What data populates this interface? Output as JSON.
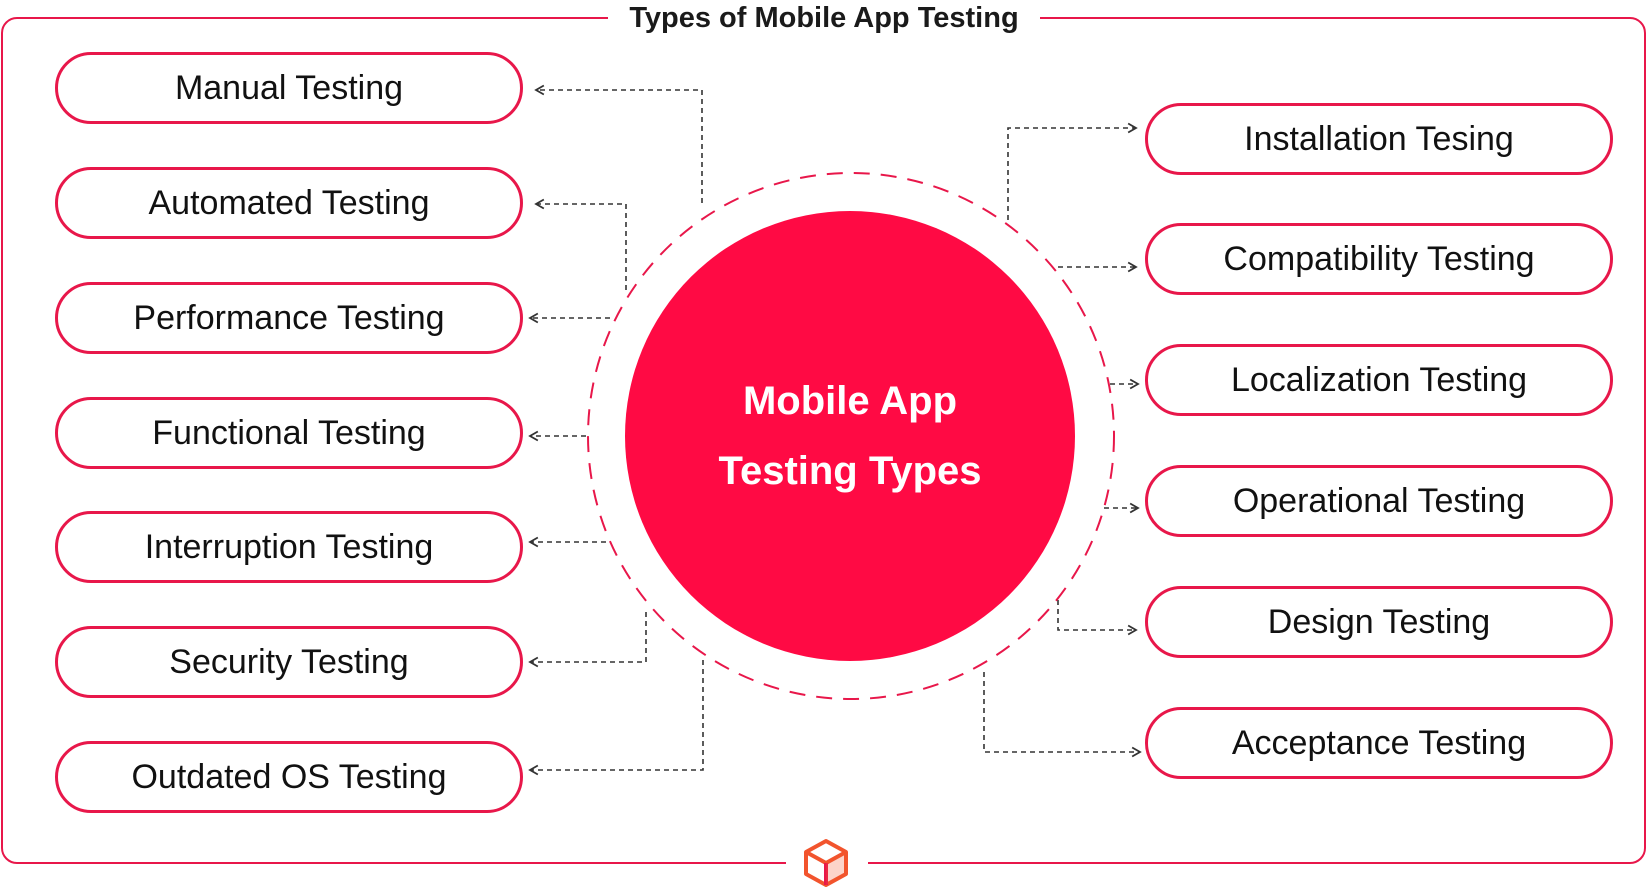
{
  "title": "Types of Mobile App Testing",
  "hub": {
    "line1": "Mobile App",
    "line2": "Testing Types"
  },
  "left_items": [
    {
      "label": "Manual Testing"
    },
    {
      "label": "Automated Testing"
    },
    {
      "label": "Performance Testing"
    },
    {
      "label": "Functional Testing"
    },
    {
      "label": "Interruption Testing"
    },
    {
      "label": "Security Testing"
    },
    {
      "label": "Outdated OS Testing"
    }
  ],
  "right_items": [
    {
      "label": "Installation Tesing"
    },
    {
      "label": "Compatibility Testing"
    },
    {
      "label": "Localization Testing"
    },
    {
      "label": "Operational Testing"
    },
    {
      "label": "Design Testing"
    },
    {
      "label": "Acceptance Testing"
    }
  ],
  "colors": {
    "accent": "#e8174a",
    "hub_fill": "#ff0a44",
    "text": "#111111",
    "connector": "#333333"
  },
  "logo": {
    "icon": "cube-logo-icon"
  }
}
